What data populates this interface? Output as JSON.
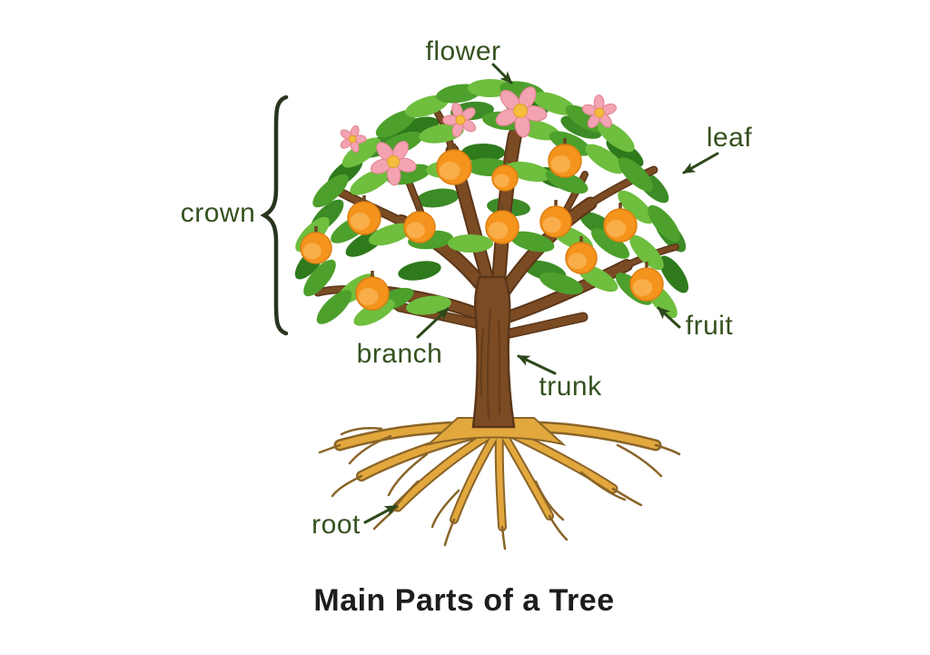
{
  "diagram": {
    "title": "Main Parts of a Tree",
    "labels": {
      "flower": "flower",
      "leaf": "leaf",
      "crown": "crown",
      "branch": "branch",
      "trunk": "trunk",
      "fruit": "fruit",
      "root": "root"
    },
    "colors": {
      "background": "#ffffff",
      "label_text": "#34511f",
      "title_text": "#1d1d1b",
      "arrow": "#2d481a",
      "brace": "#28351d",
      "trunk_brown": "#7b4b24",
      "trunk_outline": "#5b3619",
      "wood_grain": "#5e3a1b",
      "root_gold": "#e2a83d",
      "root_outline": "#8a6428",
      "leaf_light_green": "#6fbe3e",
      "leaf_mid_green": "#4da02c",
      "leaf_dark_green": "#2f7a1c",
      "fruit_orange": "#f5941d",
      "fruit_highlight": "#f9ae4a",
      "flower_pink": "#f3a3b1",
      "flower_pink_edge": "#e2818f",
      "flower_center_yellow": "#f3bd3e"
    }
  }
}
